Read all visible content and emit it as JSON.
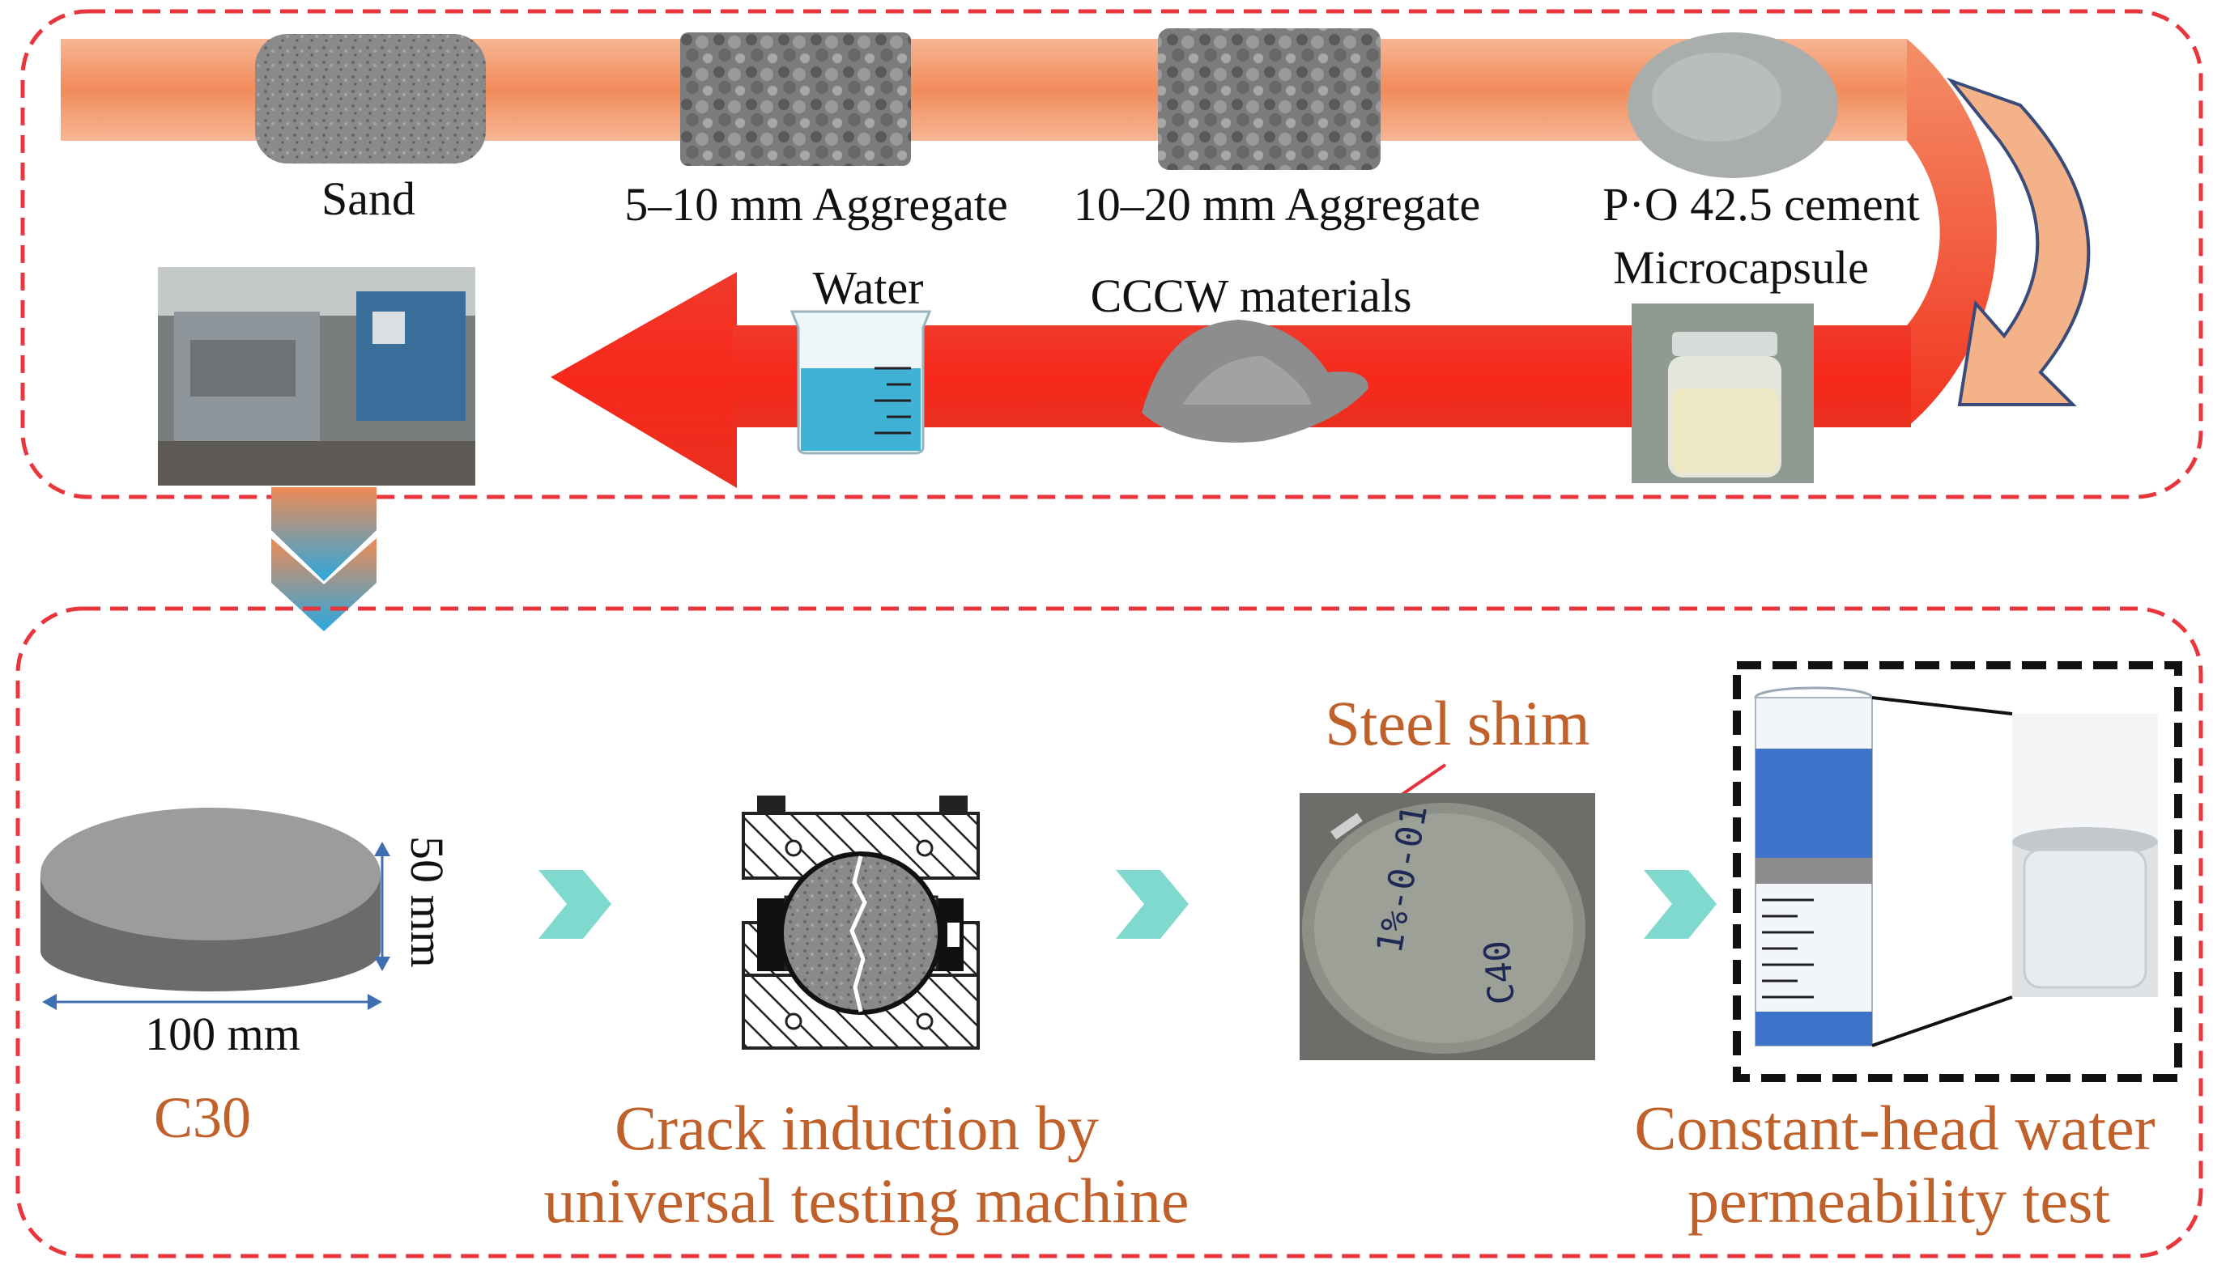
{
  "materials": {
    "sand": "Sand",
    "agg_small": "5–10 mm Aggregate",
    "agg_large": "10–20 mm Aggregate",
    "cement": "P·O 42.5 cement",
    "microcapsule": "Microcapsule",
    "cccw": "CCCW materials",
    "water": "Water"
  },
  "specimen": {
    "height_label": "50 mm",
    "diameter_label": "100 mm",
    "grade": "C30"
  },
  "steps": {
    "crack_line1": "Crack induction by",
    "crack_line2": "universal testing machine",
    "shim_label": "Steel shim",
    "specimen_marks": [
      "1%-0-01",
      "C40"
    ],
    "perm_line1": "Constant-head water",
    "perm_line2": "permeability test"
  },
  "colors": {
    "dashed_border": "#E8363C",
    "pipe_orange": "#F39A6E",
    "arrow_red": "#F0281E",
    "water_blue": "#3F73C9",
    "chevron_teal": "#7FD9CF",
    "label_orange": "#C0612B"
  }
}
